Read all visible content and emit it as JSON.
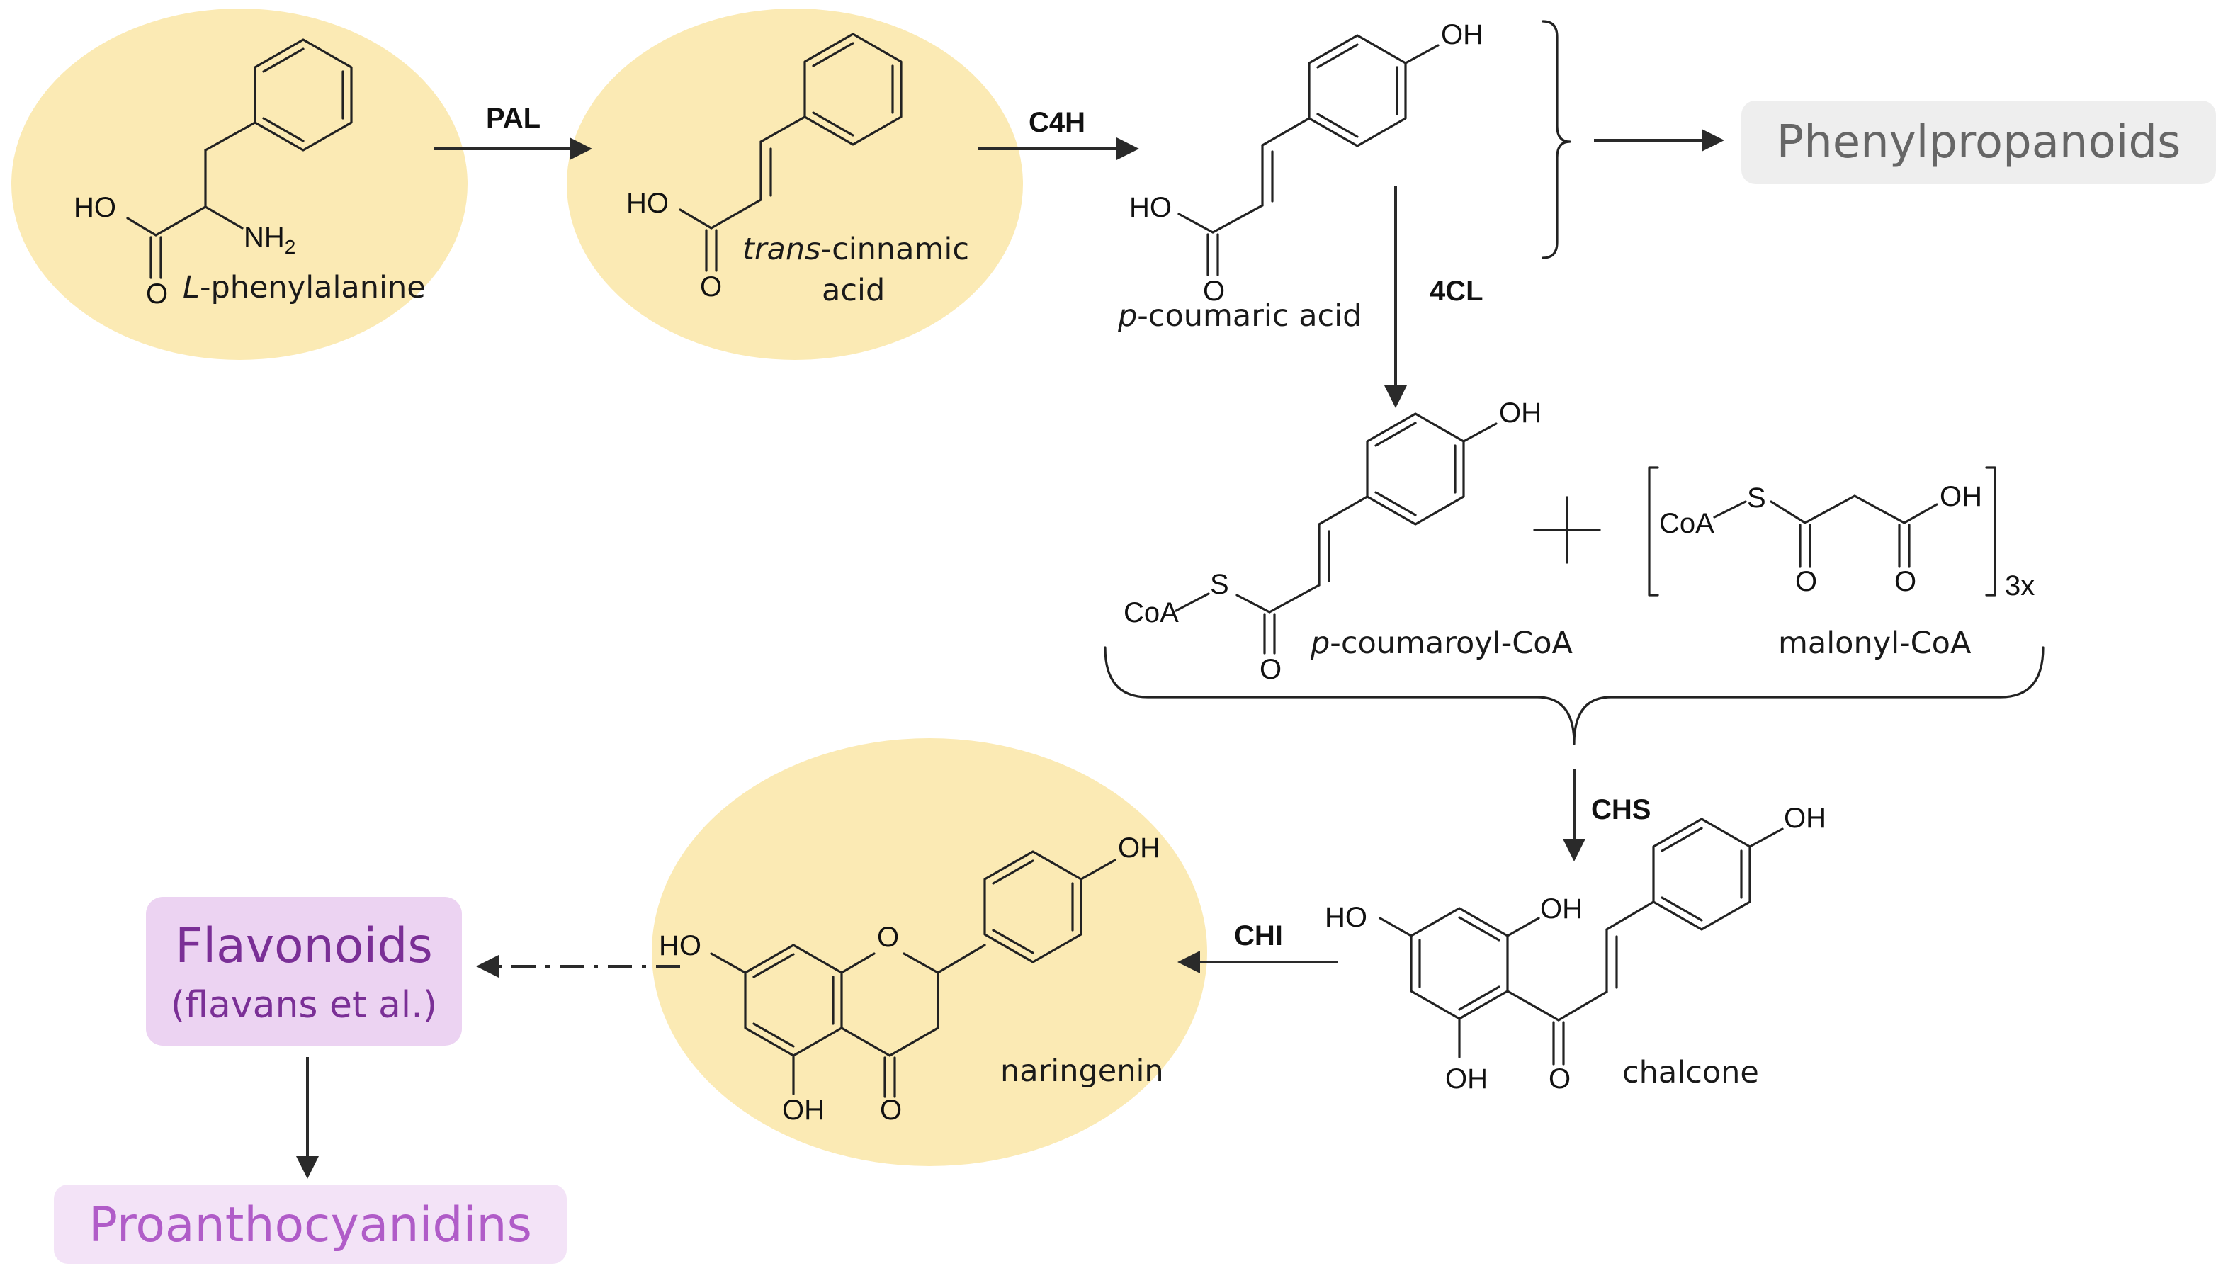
{
  "compounds": {
    "phenylalanine": {
      "prefix": "L",
      "rest": "-phenylalanine"
    },
    "cinnamic": {
      "prefix": "trans",
      "rest": "-cinnamic",
      "line2": "acid"
    },
    "coumaric": {
      "prefix": "p",
      "rest": "-coumaric acid"
    },
    "coumaroyl": {
      "prefix": "p",
      "rest": "-coumaroyl-CoA"
    },
    "malonyl": {
      "name": "malonyl-CoA",
      "multiplier": "3x"
    },
    "chalcone": {
      "name": "chalcone"
    },
    "naringenin": {
      "name": "naringenin"
    }
  },
  "enzymes": {
    "pal": "PAL",
    "c4h": "C4H",
    "fourcl": "4CL",
    "chs": "CHS",
    "chi": "CHI"
  },
  "atoms": {
    "ho": "HO",
    "oh": "OH",
    "o": "O",
    "s": "S",
    "coa": "CoA",
    "nh": "NH",
    "nh_sub": "2"
  },
  "products": {
    "phenylpropanoids": "Phenylpropanoids",
    "flavonoids": "Flavonoids",
    "flavonoids_sub": "(flavans et al.)",
    "proanthocyanidins": "Proanthocyanidins"
  },
  "colors": {
    "compound_highlight": "#fbeab4",
    "product_box_gray": "#eeeeee",
    "product_text_gray": "#666666",
    "flavonoid_box": "#ecd3f2",
    "flavonoid_text": "#7a2f96",
    "proantho_box": "#f3e3f7",
    "proantho_text": "#b05cc8"
  }
}
